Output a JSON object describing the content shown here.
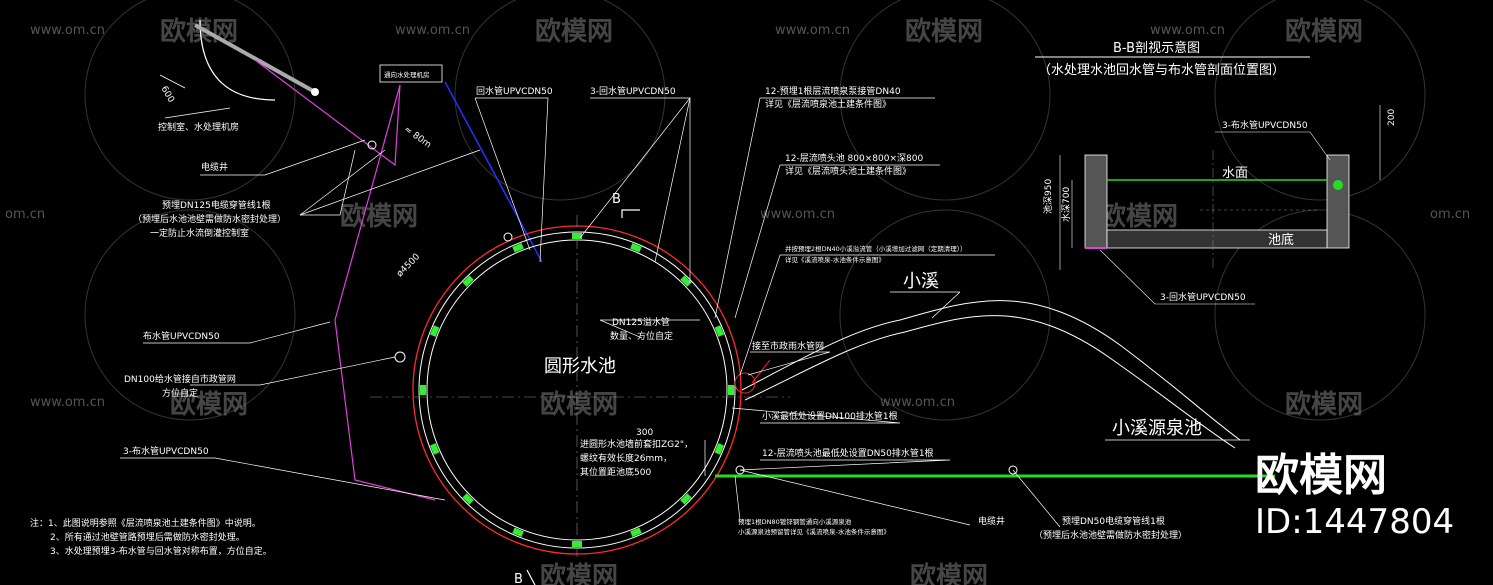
{
  "watermark": {
    "url": "www.om.cn",
    "brand": "欧模网",
    "url_short": "om.cn"
  },
  "logo": {
    "brand": "欧模网",
    "id": "ID:1447804"
  },
  "section_view": {
    "title": "B-B剖视示意图",
    "subtitle": "（水处理水池回水管与布水管剖面位置图）",
    "label_supply": "3-布水管UPVCDN50",
    "label_return": "3-回水管UPVCDN50",
    "label_water": "水面",
    "label_bottom": "池底",
    "dim_top": "200",
    "dim_depth": "池深950",
    "dim_water": "水深700"
  },
  "plan": {
    "pool_name": "圆形水池",
    "creek": "小溪",
    "spring_pool": "小溪源泉池",
    "control_room": "控制室、水处理机房",
    "machine_room_box": "通向水处理机房",
    "dim_600": "600",
    "dim_80": "≈ 80m",
    "dia": "ø4500",
    "section_mark_top": "B",
    "section_mark_bottom": "B",
    "labels": {
      "return_pipe_1": "回水管UPVCDN50",
      "return_pipe_3": "3-回水管UPVCDN50",
      "cable_well_1": "电缆井",
      "conduit_a": "预埋DN125电缆穿管线1根",
      "conduit_b": "（预埋后水池池壁需做防水密封处理）",
      "conduit_c": "一定防止水流倒灌控制室",
      "supply_pipe": "布水管UPVCDN50",
      "feed_a": "DN100给水管接自市政管网",
      "feed_b": "方位自定",
      "supply_pipe_3": "3-布水管UPVCDN50",
      "pump_a": "12-预埋1根层流喷泉泵接管DN40",
      "pump_b": "详见《层流喷泉池土建条件图》",
      "nozzle_a": "12-层流喷头池 800×800×深800",
      "nozzle_b": "详见《层流喷头池土建条件图》",
      "overflow_a": "并按预埋2根DN40小溪溢流管（小溪增加过滤网（定期清理））",
      "overflow_b": "详见《溪流喷泉-水池条件示意图》",
      "overflow_main_a": "DN125溢水管",
      "overflow_main_b": "数量、方位自定",
      "municipal": "接至市政雨水管网",
      "creek_drain": "小溪最低处设置DN100排水管1根",
      "nozzle_drain": "12-层流喷头池最低处设置DN50排水管1根",
      "dim_300": "300",
      "inlet_a": "进圆形水池墙前套扣ZG2\"，",
      "inlet_b": "螺纹有效长度26mm，",
      "inlet_c": "其位置距池底500",
      "pump_pipe_a": "预埋1根DN80镀锌钢管通向小溪源泉池",
      "pump_pipe_b": "小溪源泉池预留管详见《溪流喷泉-水池条件示意图》",
      "cable_well_2": "电缆井",
      "conduit2_a": "预埋DN50电缆穿管线1根",
      "conduit2_b": "（预埋后水池池壁需做防水密封处理）"
    }
  },
  "notes": [
    "注：1、此图说明参照《层流喷泉池土建条件图》中说明。",
    "2、所有通过池壁管路预埋后需做防水密封处理。",
    "3、水处理预埋3-布水管与回水管对称布置，方位自定。"
  ],
  "colors": {
    "pool_outer": "#ff2a2a",
    "return_pipe": "#2233ff",
    "supply_pipe": "#e040e0",
    "green_pipe": "#22dd22",
    "marker": "#33ee33"
  }
}
